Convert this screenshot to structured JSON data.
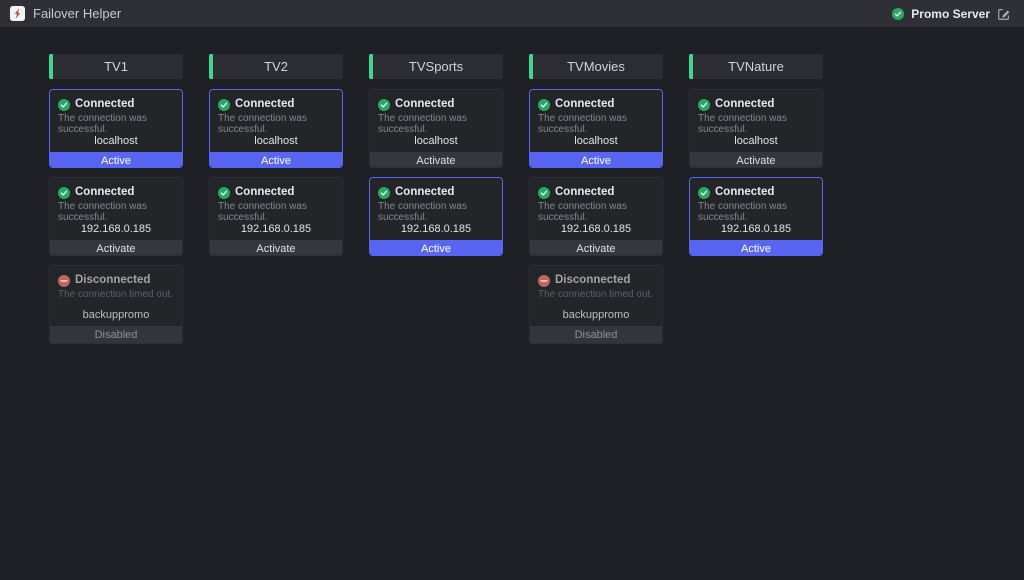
{
  "header": {
    "app_title": "Failover Helper",
    "server_label": "Promo Server",
    "server_status": "connected",
    "icons": [
      "logo-bolt-icon",
      "check-circle-icon",
      "edit-icon"
    ]
  },
  "colors": {
    "topbar_bg": "#2e3035",
    "page_bg": "#1e2025",
    "card_bg": "#232529",
    "column_header_bg": "#2b2d32",
    "accent_green": "#3ed88a",
    "status_green": "#27ab62",
    "status_red": "#c3655f",
    "selected_indigo": "#5865f2",
    "logo_red": "#c0452f"
  },
  "channels": [
    {
      "name": "TV1",
      "servers": [
        {
          "status": "connected",
          "status_label": "Connected",
          "message": "The connection was successful.",
          "host": "localhost",
          "action": "Active",
          "state": "active"
        },
        {
          "status": "connected",
          "status_label": "Connected",
          "message": "The connection was successful.",
          "host": "192.168.0.185",
          "action": "Activate",
          "state": "activate"
        },
        {
          "status": "disconnected",
          "status_label": "Disconnected",
          "message": "The connection timed out.",
          "host": "backuppromo",
          "action": "Disabled",
          "state": "disabled"
        }
      ]
    },
    {
      "name": "TV2",
      "servers": [
        {
          "status": "connected",
          "status_label": "Connected",
          "message": "The connection was successful.",
          "host": "localhost",
          "action": "Active",
          "state": "active"
        },
        {
          "status": "connected",
          "status_label": "Connected",
          "message": "The connection was successful.",
          "host": "192.168.0.185",
          "action": "Activate",
          "state": "activate"
        }
      ]
    },
    {
      "name": "TVSports",
      "servers": [
        {
          "status": "connected",
          "status_label": "Connected",
          "message": "The connection was successful.",
          "host": "localhost",
          "action": "Activate",
          "state": "activate"
        },
        {
          "status": "connected",
          "status_label": "Connected",
          "message": "The connection was successful.",
          "host": "192.168.0.185",
          "action": "Active",
          "state": "active"
        }
      ]
    },
    {
      "name": "TVMovies",
      "servers": [
        {
          "status": "connected",
          "status_label": "Connected",
          "message": "The connection was successful.",
          "host": "localhost",
          "action": "Active",
          "state": "active"
        },
        {
          "status": "connected",
          "status_label": "Connected",
          "message": "The connection was successful.",
          "host": "192.168.0.185",
          "action": "Activate",
          "state": "activate"
        },
        {
          "status": "disconnected",
          "status_label": "Disconnected",
          "message": "The connection timed out.",
          "host": "backuppromo",
          "action": "Disabled",
          "state": "disabled"
        }
      ]
    },
    {
      "name": "TVNature",
      "servers": [
        {
          "status": "connected",
          "status_label": "Connected",
          "message": "The connection was successful.",
          "host": "localhost",
          "action": "Activate",
          "state": "activate"
        },
        {
          "status": "connected",
          "status_label": "Connected",
          "message": "The connection was successful.",
          "host": "192.168.0.185",
          "action": "Active",
          "state": "active"
        }
      ]
    }
  ]
}
